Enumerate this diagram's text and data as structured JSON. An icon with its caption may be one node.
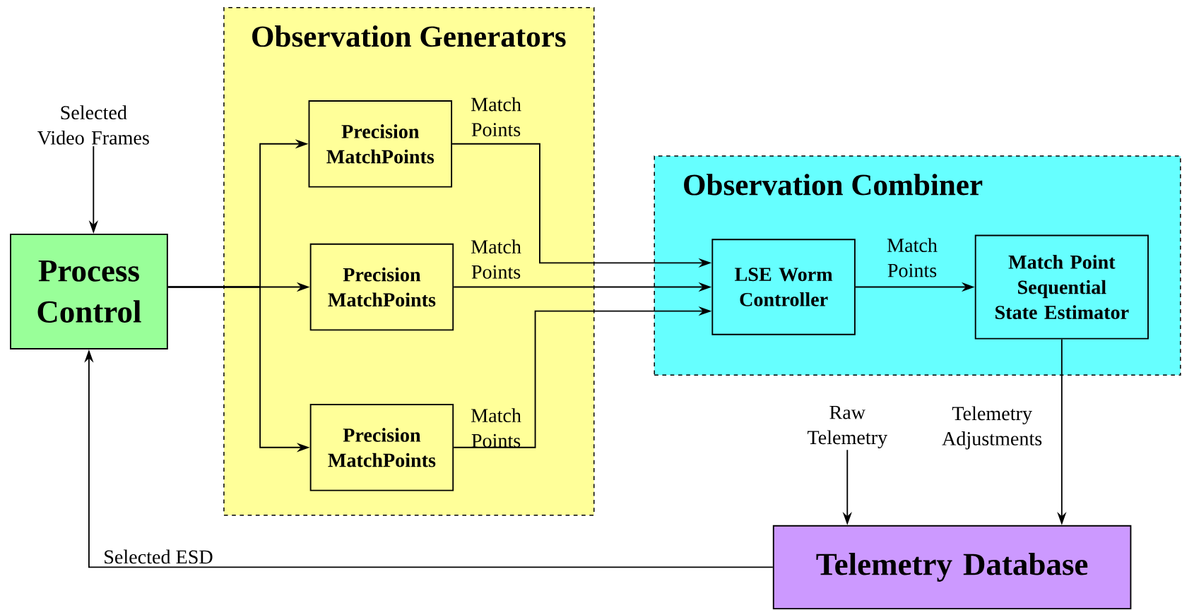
{
  "diagram": {
    "nodes": [
      {
        "text": [
          "Observation Generators"
        ]
      },
      {
        "text": [
          "Precision MatchPoints"
        ],
        "in": 0
      },
      {
        "text": [
          "Precision MatchPoints"
        ],
        "in": 0
      },
      {
        "text": [
          "Precision MatchPoints"
        ],
        "in": 0
      },
      {
        "text": [
          "Observation Combiner"
        ]
      },
      {
        "text": [
          "LSE Worm Controller"
        ],
        "in": 4
      },
      {
        "text": [
          "Match Point Sequential State Estimator"
        ],
        "in": 4
      },
      {
        "text": [
          "Process Control"
        ]
      },
      {
        "text": [
          "Telemetry Database"
        ]
      },
      {
        "text": [
          "Selected Video Frames"
        ]
      },
      {
        "text": [
          "Raw Telemetry"
        ]
      }
    ],
    "edges": [
      {
        "from": 9,
        "to": 7,
        "arrow": "to"
      },
      {
        "from": 7,
        "to": 1,
        "arrow": "to"
      },
      {
        "from": 7,
        "to": 2,
        "arrow": "to"
      },
      {
        "from": 7,
        "to": 3,
        "arrow": "to"
      },
      {
        "from": 1,
        "to": 5,
        "arrow": "to",
        "label": "Match Points"
      },
      {
        "from": 2,
        "to": 5,
        "arrow": "to",
        "label": "Match Points"
      },
      {
        "from": 3,
        "to": 5,
        "arrow": "to",
        "label": "Match Points"
      },
      {
        "from": 5,
        "to": 6,
        "arrow": "to",
        "label": "Match Points"
      },
      {
        "from": 10,
        "to": 8,
        "arrow": "to"
      },
      {
        "from": 6,
        "to": 8,
        "arrow": "to",
        "label": "Telemetry Adjustments"
      },
      {
        "from": 8,
        "to": 7,
        "arrow": "to",
        "label": "Selected ESD"
      }
    ]
  }
}
